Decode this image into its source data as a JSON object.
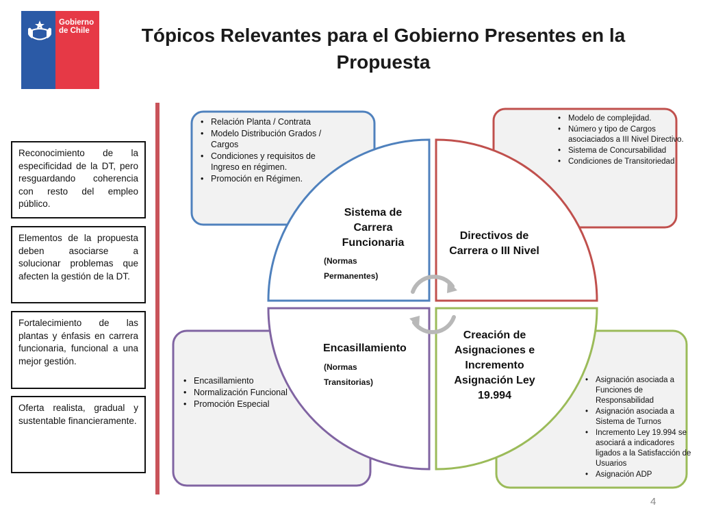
{
  "logo": {
    "line1": "Gobierno",
    "line2": "de Chile",
    "emblem_icon": "chile-coat-of-arms-icon"
  },
  "title": "Tópicos Relevantes para el Gobierno Presentes en la Propuesta",
  "left_boxes": [
    "Reconocimiento de la especificidad de la DT, pero resguardando coherencia con resto del empleo público.",
    "Elementos de la propuesta deben asociarse a solucionar problemas que afecten la gestión de la DT.",
    "Fortalecimiento de las plantas y énfasis en carrera funcionaria, funcional a una mejor gestión.",
    "Oferta realista, gradual y sustentable financieramente."
  ],
  "quadrants": {
    "top_left": {
      "title_lines": [
        "Sistema de",
        "Carrera",
        "Funcionaria"
      ],
      "sub_lines": [
        "(Normas",
        "Permanentes)"
      ],
      "color": "#4f81bd"
    },
    "top_right": {
      "title_lines": [
        "Directivos de",
        "Carrera o III Nivel"
      ],
      "color": "#c0504d"
    },
    "bottom_left": {
      "title_lines": [
        "Encasillamiento"
      ],
      "sub_lines": [
        "(Normas",
        "Transitorias)"
      ],
      "color": "#8064a2"
    },
    "bottom_right": {
      "title_lines": [
        "Creación de",
        "Asignaciones e",
        "Incremento",
        "Asignación Ley",
        "19.994"
      ],
      "color": "#9bbb59"
    }
  },
  "cards": {
    "top_left": [
      "Relación Planta / Contrata",
      "Modelo Distribución Grados / Cargos",
      "Condiciones y requisitos de  Ingreso en régimen.",
      "Promoción en Régimen."
    ],
    "top_right": [
      "Modelo de complejidad.",
      "Número y tipo de Cargos asociaciados a III Nivel Directivo.",
      "Sistema de Concursabilidad",
      "Condiciones de Transitoriedad"
    ],
    "bottom_left": [
      "Encasillamiento",
      "Normalización Funcional",
      "Promoción Especial"
    ],
    "bottom_right": [
      "Asignación asociada  a Funciones de Responsabilidad",
      "Asignación asociada a Sistema de Turnos",
      "Incremento Ley 19.994 se asociará  a indicadores ligados a la Satisfacción de Usuarios",
      "Asignación ADP"
    ]
  },
  "page_number": "4"
}
